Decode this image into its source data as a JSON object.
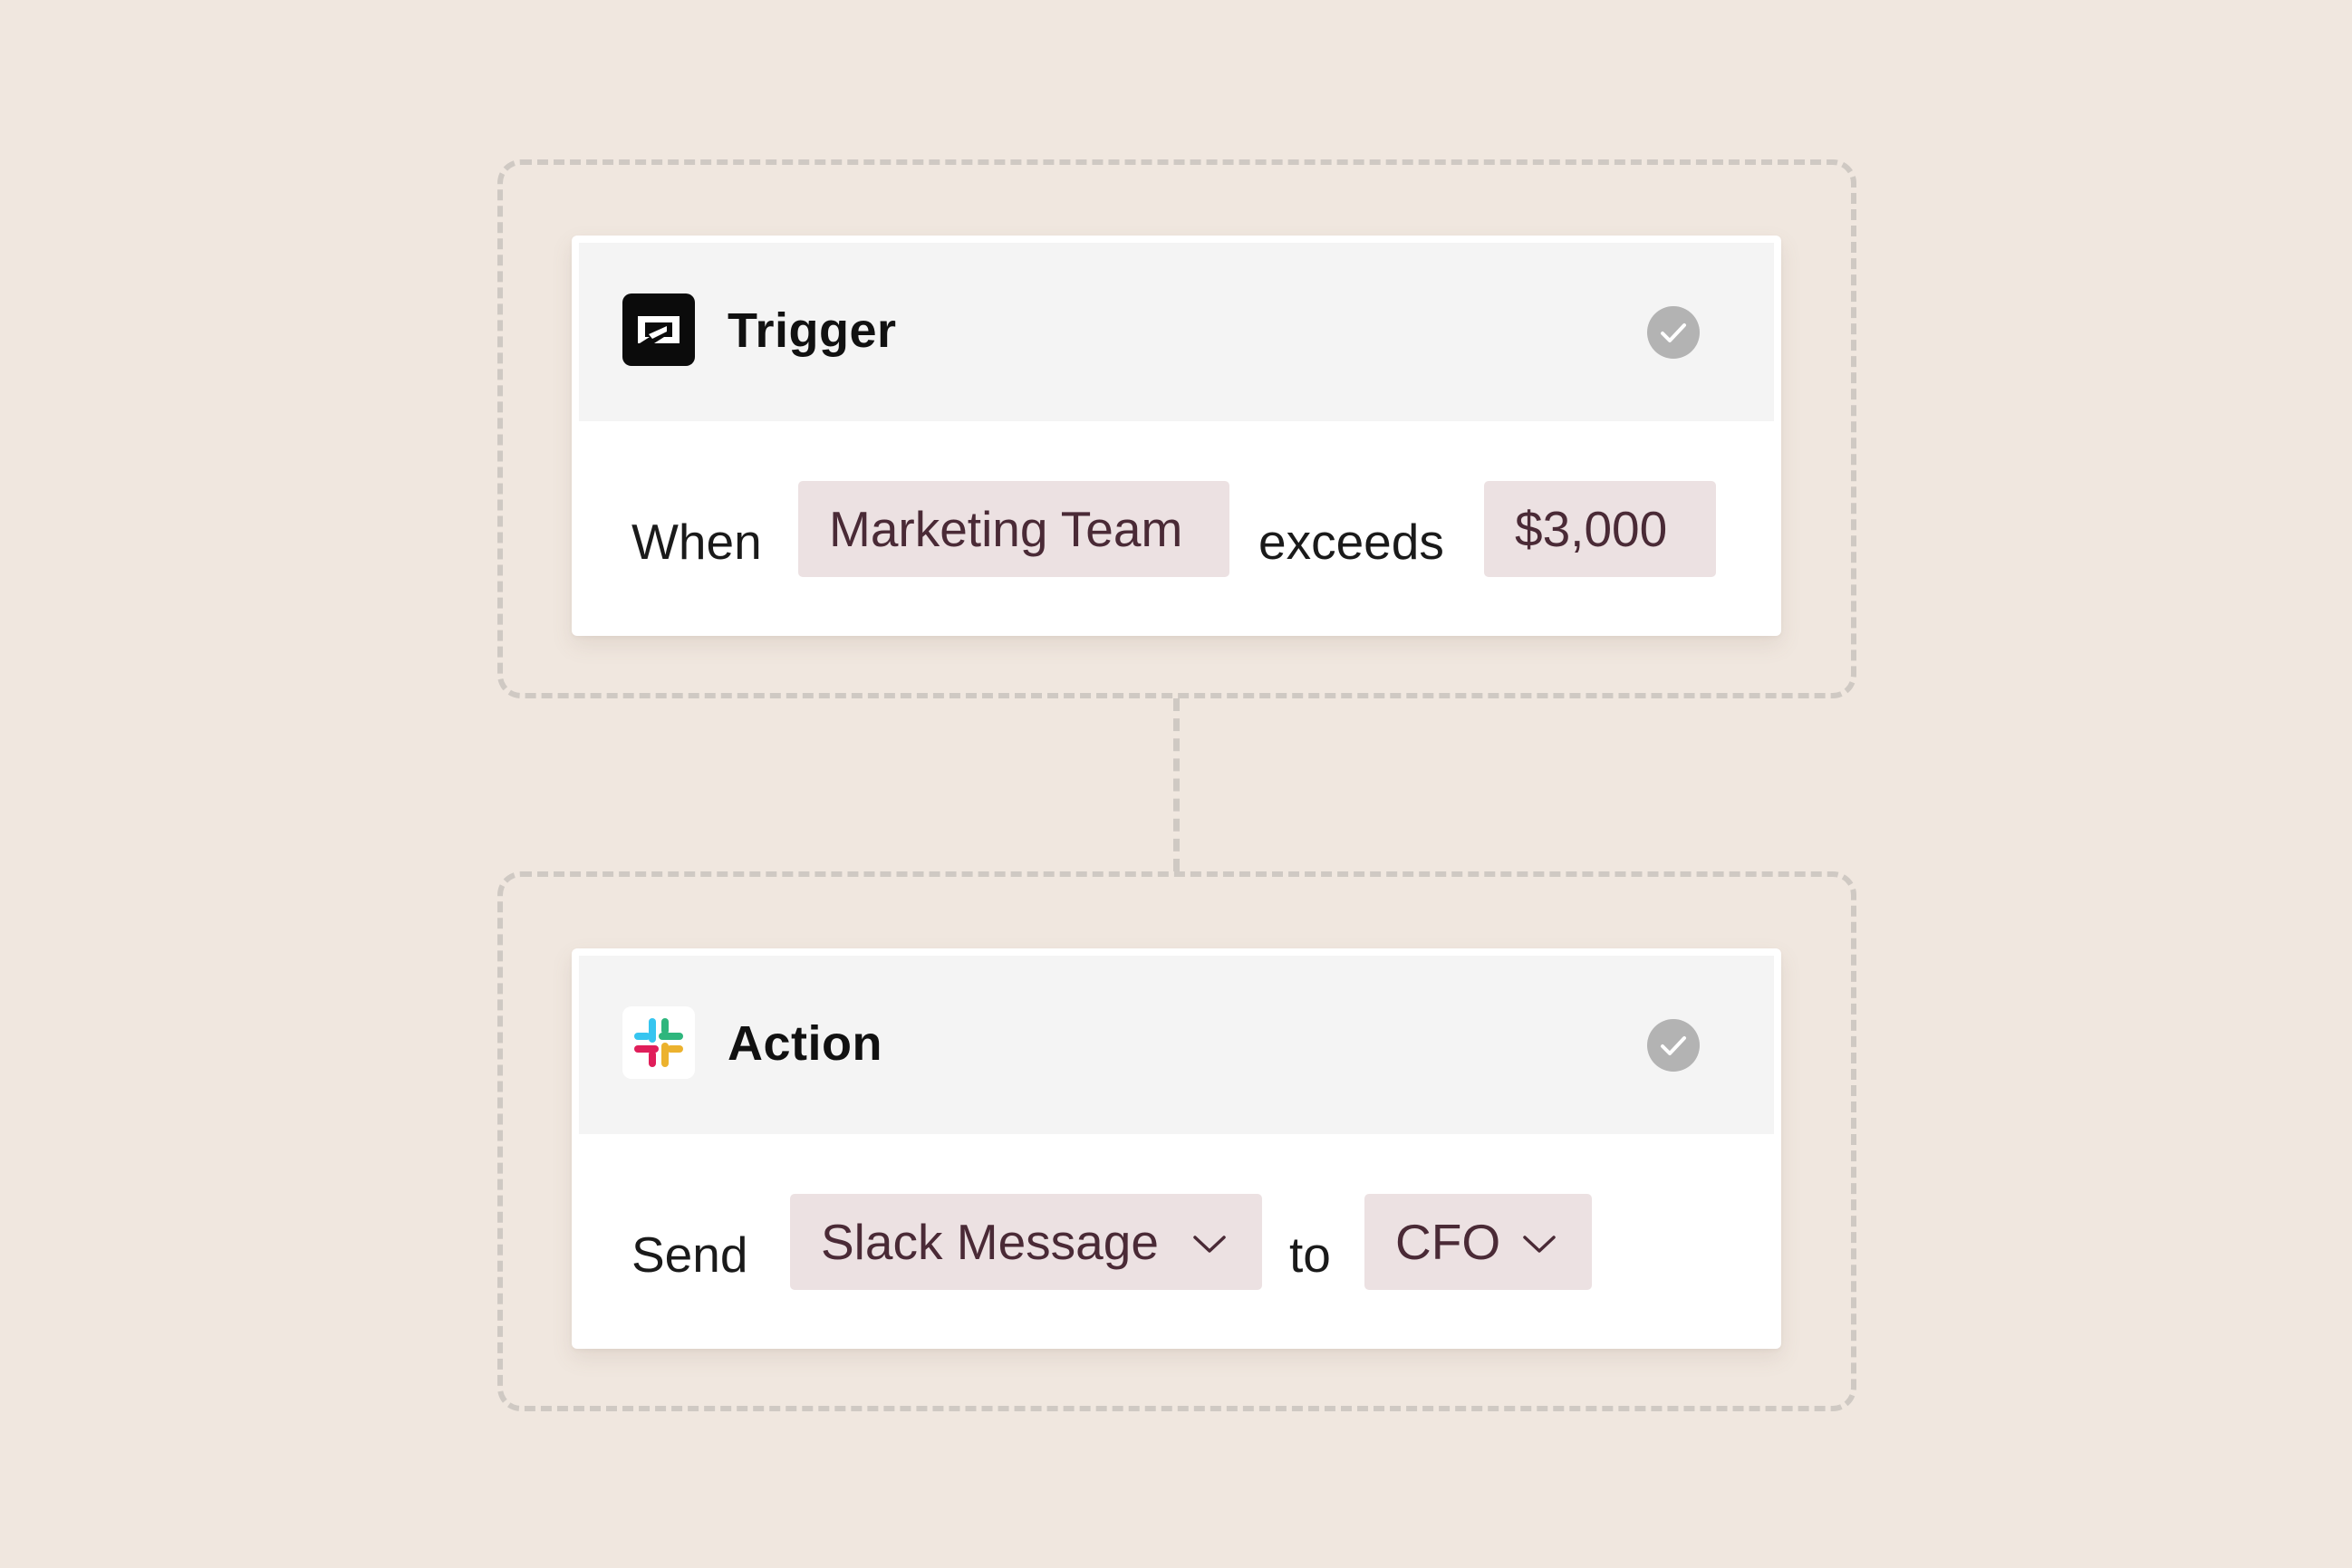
{
  "trigger": {
    "title": "Trigger",
    "icon": "ramp-logo-icon",
    "status": "check-icon",
    "rule": {
      "when": "When",
      "subject": "Marketing Team",
      "operator": "exceeds",
      "amount": "$3,000"
    }
  },
  "action": {
    "title": "Action",
    "icon": "slack-logo-icon",
    "status": "check-icon",
    "rule": {
      "verb": "Send",
      "channel": "Slack Message",
      "preposition": "to",
      "recipient": "CFO"
    }
  },
  "colors": {
    "background": "#f0e7df",
    "chip": "#ece1e2",
    "chip_text": "#4a2a36",
    "header": "#f4f4f4",
    "check": "#b3b3b3",
    "slack": [
      "#36c5f0",
      "#2eb67d",
      "#ecb22e",
      "#e01e5a"
    ]
  }
}
